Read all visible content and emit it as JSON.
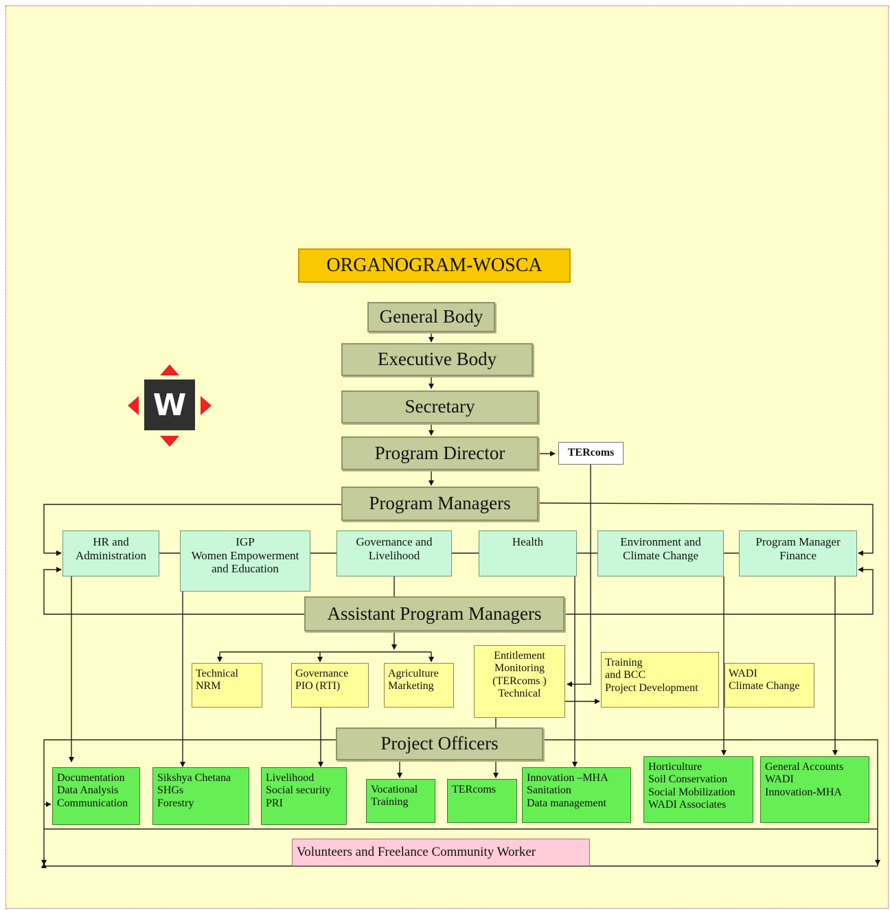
{
  "diagram": {
    "title": "ORGANOGRAM-WOSCA",
    "logo_letter": "W",
    "levels": {
      "general_body": "General Body",
      "executive_body": "Executive Body",
      "secretary": "Secretary",
      "program_director": "Program Director",
      "tercoms": "TERcoms",
      "program_managers": "Program Managers",
      "assistant_program_managers": "Assistant Program Managers",
      "project_officers": "Project Officers",
      "volunteers": "Volunteers and  Freelance Community Worker"
    },
    "departments": [
      {
        "lines": [
          "HR and",
          "Administration"
        ]
      },
      {
        "lines": [
          "IGP",
          "Women Empowerment",
          "and Education"
        ]
      },
      {
        "lines": [
          "Governance and",
          "Livelihood"
        ]
      },
      {
        "lines": [
          "Health"
        ]
      },
      {
        "lines": [
          "Environment  and",
          "Climate Change"
        ]
      },
      {
        "lines": [
          "Program Manager",
          "Finance"
        ]
      }
    ],
    "assistant_units": [
      {
        "lines": [
          "Technical",
          "NRM"
        ]
      },
      {
        "lines": [
          "Governance",
          "PIO (RTI)"
        ]
      },
      {
        "lines": [
          "Agriculture",
          "Marketing"
        ]
      },
      {
        "lines": [
          "Entitlement",
          "Monitoring",
          "(TERcoms )",
          "Technical"
        ]
      },
      {
        "lines": [
          "Training",
          "and BCC",
          "Project Development"
        ]
      },
      {
        "lines": [
          "WADI",
          "Climate Change"
        ]
      }
    ],
    "officer_units": [
      {
        "lines": [
          "Documentation",
          "Data Analysis",
          "Communication"
        ]
      },
      {
        "lines": [
          "Sikshya Chetana",
          "SHGs",
          "Forestry"
        ]
      },
      {
        "lines": [
          "Livelihood",
          "Social security",
          "PRI"
        ]
      },
      {
        "lines": [
          "Vocational",
          "Training"
        ]
      },
      {
        "lines": [
          "TERcoms"
        ]
      },
      {
        "lines": [
          "Innovation –MHA",
          "Sanitation",
          "Data management"
        ]
      },
      {
        "lines": [
          "Horticulture",
          "Soil Conservation",
          "Social Mobilization",
          "WADI Associates"
        ]
      },
      {
        "lines": [
          "General Accounts",
          "WADI",
          "Innovation-MHA"
        ]
      }
    ],
    "colors": {
      "background": "#ffffcc",
      "title_fill": "#f8c800",
      "level_fill": "#c4cc9c",
      "department_fill": "#c8f8d8",
      "assistant_fill": "#ffff99",
      "officer_fill": "#66ee55",
      "volunteer_fill": "#ffccd8",
      "logo_arrows": "#ee2222"
    }
  }
}
